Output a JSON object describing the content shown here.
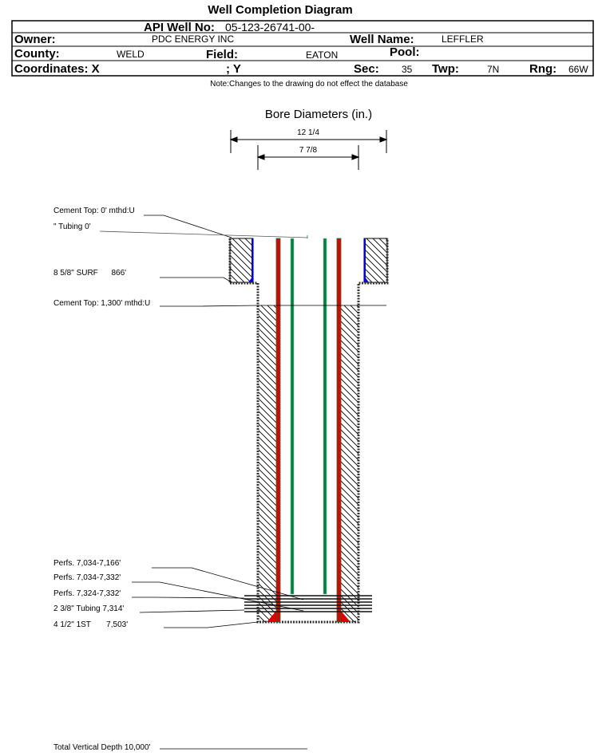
{
  "title": "Well Completion Diagram",
  "header": {
    "api_label": "API Well No:",
    "api_value": "05-123-26741-00-",
    "owner_label": "Owner:",
    "owner_value": "PDC ENERGY INC",
    "well_name_label": "Well Name:",
    "well_name_value": "LEFFLER",
    "county_label": "County:",
    "county_value": "WELD",
    "field_label": "Field:",
    "field_value": "EATON",
    "pool_label": "Pool:",
    "coord_x_label": "Coordinates: X",
    "coord_y_label": "; Y",
    "sec_label": "Sec:",
    "sec_value": "35",
    "twp_label": "Twp:",
    "twp_value": "7N",
    "rng_label": "Rng:",
    "rng_value": "66W"
  },
  "note": "Note:Changes to the drawing do not effect the database",
  "bore": {
    "title": "Bore Diameters (in.)",
    "outer": "12 1/4",
    "inner": "7 7/8"
  },
  "labels": {
    "cement_top_surface": "Cement Top: 0' mthd:U",
    "tubing_top": "\" Tubing 0'",
    "surface_casing": "8 5/8\" SURF      866'",
    "cement_top_prod": "Cement Top: 1,300' mthd:U",
    "perf1": "Perfs. 7,034-7,166'",
    "perf2": "Perfs. 7,034-7,332'",
    "perf3": "Perfs. 7,324-7,332'",
    "tubing": "2 3/8\" Tubing 7,314'",
    "prod_casing": "4 1/2\" 1ST       7,503'",
    "tvd": "Total Vertical Depth 10,000'"
  },
  "colors": {
    "casing": "#e00000",
    "tubing": "#008040",
    "cement_edge": "#0000e0"
  }
}
